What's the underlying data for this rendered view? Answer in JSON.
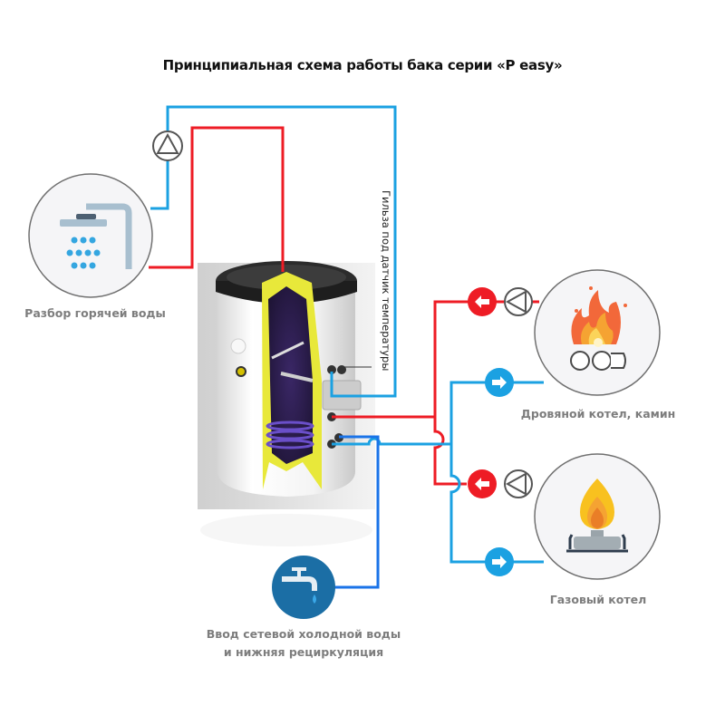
{
  "title": "Принципиальная схема работы бака серии «P easy»",
  "labels": {
    "shower": "Разбор горячей воды",
    "wood_boiler": "Дровяной котел, камин",
    "gas_boiler": "Газовый котел",
    "cold_water_line1": "Ввод  сетевой холодной воды",
    "cold_water_line2": "и нижняя рециркуляция",
    "sensor_sleeve": "Гильза под датчик температуры"
  },
  "colors": {
    "hot_pipe": "#ee1c25",
    "cold_pipe": "#1ba1e2",
    "cold_inlet_pipe": "#1a73e8",
    "tank_insulation": "#e8e83a",
    "tank_inner": "#2a1c4a",
    "tap_circle": "#1b6ea5",
    "label_text": "#7d7d7d"
  },
  "nodes": [
    {
      "id": "shower",
      "icon": "shower-icon"
    },
    {
      "id": "wood_boiler",
      "icon": "campfire-icon"
    },
    {
      "id": "gas_boiler",
      "icon": "gas-burner-icon"
    },
    {
      "id": "cold_water",
      "icon": "water-tap-icon"
    },
    {
      "id": "tank",
      "icon": "water-tank-icon"
    }
  ],
  "pumps": [
    "recirculation-pump",
    "wood-boiler-pump",
    "gas-boiler-pump"
  ],
  "flow_arrows": [
    {
      "circuit": "wood_boiler_supply",
      "direction": "left",
      "color": "red"
    },
    {
      "circuit": "wood_boiler_return",
      "direction": "right",
      "color": "blue"
    },
    {
      "circuit": "gas_boiler_supply",
      "direction": "left",
      "color": "red"
    },
    {
      "circuit": "gas_boiler_return",
      "direction": "right",
      "color": "blue"
    }
  ]
}
